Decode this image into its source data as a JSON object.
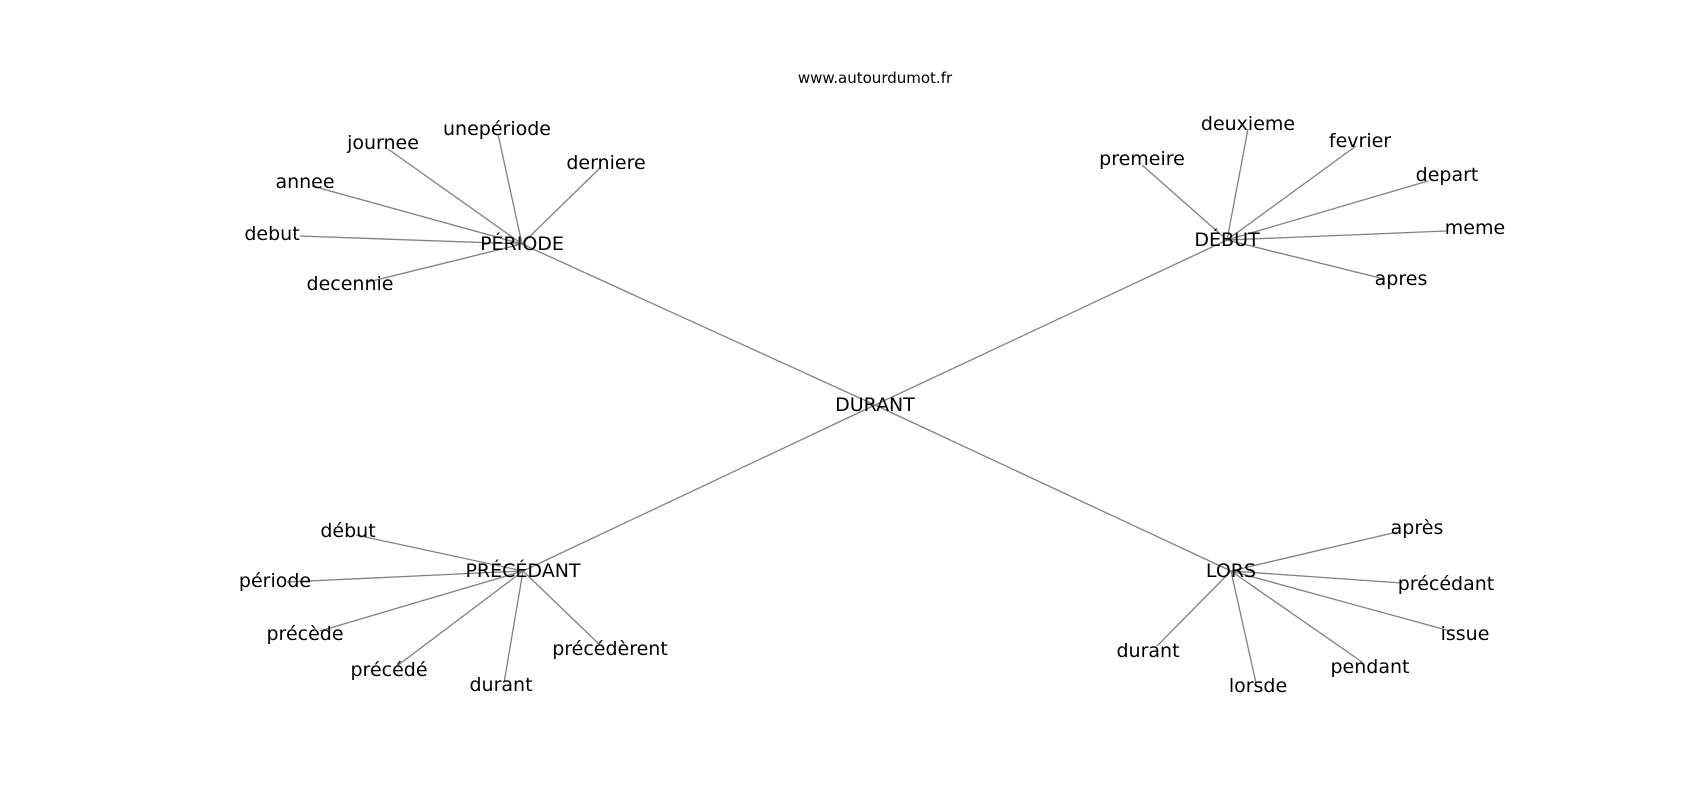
{
  "header": {
    "site": "www.autourdumot.fr"
  },
  "graph": {
    "center": "DURANT",
    "groups": [
      {
        "hub": "PÉRIODE",
        "leaves": [
          "journee",
          "unepériode",
          "derniere",
          "annee",
          "debut",
          "decennie"
        ]
      },
      {
        "hub": "DÉBUT",
        "leaves": [
          "premeire",
          "deuxieme",
          "fevrier",
          "depart",
          "meme",
          "apres"
        ]
      },
      {
        "hub": "PRÉCÉDANT",
        "leaves": [
          "début",
          "période",
          "précède",
          "précédé",
          "durant",
          "précédèrent"
        ]
      },
      {
        "hub": "LORS",
        "leaves": [
          "après",
          "précédant",
          "issue",
          "pendant",
          "lorsde",
          "durant"
        ]
      }
    ]
  },
  "colors": {
    "edge": "#808080",
    "text": "#000000",
    "background": "#ffffff"
  }
}
